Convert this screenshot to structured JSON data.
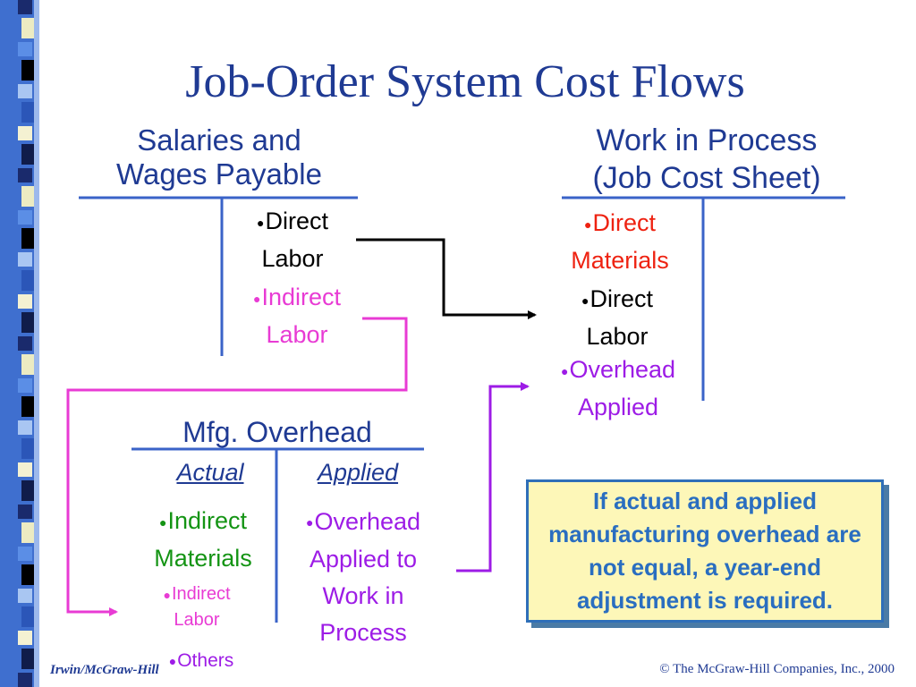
{
  "slide": {
    "title": "Job-Order System Cost Flows",
    "salaries_account": {
      "title_line1": "Salaries and",
      "title_line2": "Wages Payable",
      "entries": [
        {
          "line1": "Direct",
          "line2": "Labor",
          "color": "#000000"
        },
        {
          "line1": "Indirect",
          "line2": "Labor",
          "color": "#e83bd4"
        }
      ]
    },
    "wip_account": {
      "title_line1": "Work in Process",
      "title_line2": "(Job Cost Sheet)",
      "entries": [
        {
          "line1": "Direct",
          "line2": "Materials",
          "color": "#ee2211"
        },
        {
          "line1": "Direct",
          "line2": "Labor",
          "color": "#000000"
        },
        {
          "line1": "Overhead",
          "line2": "Applied",
          "color": "#9d1ce6"
        }
      ]
    },
    "overhead_account": {
      "title": "Mfg. Overhead",
      "actual_label": "Actual",
      "applied_label": "Applied",
      "actual_entries": [
        {
          "line1": "Indirect",
          "line2": "Materials",
          "color": "#149414"
        },
        {
          "line1": "Indirect",
          "line2": "Labor",
          "color": "#e83bd4"
        },
        {
          "line1": "Others",
          "color": "#9d1ce6"
        }
      ],
      "applied_entry": {
        "line1": "Overhead",
        "line2": "Applied to",
        "line3": "Work in",
        "line4": "Process",
        "color": "#9d1ce6"
      }
    },
    "note": "If actual and applied manufacturing overhead are not equal, a year-end adjustment is required.",
    "footer_left": "Irwin/McGraw-Hill",
    "footer_right": "© The McGraw-Hill Companies, Inc., 2000"
  },
  "colors": {
    "title": "#1f3a93",
    "account_lines": "#3a63c8",
    "note_fill": "#fdf7b8",
    "note_text": "#2a6ec0",
    "note_border": "#2f6fb8"
  },
  "icons": {
    "bullet": "bullet-dot-icon",
    "arrow": "arrowhead-icon"
  }
}
